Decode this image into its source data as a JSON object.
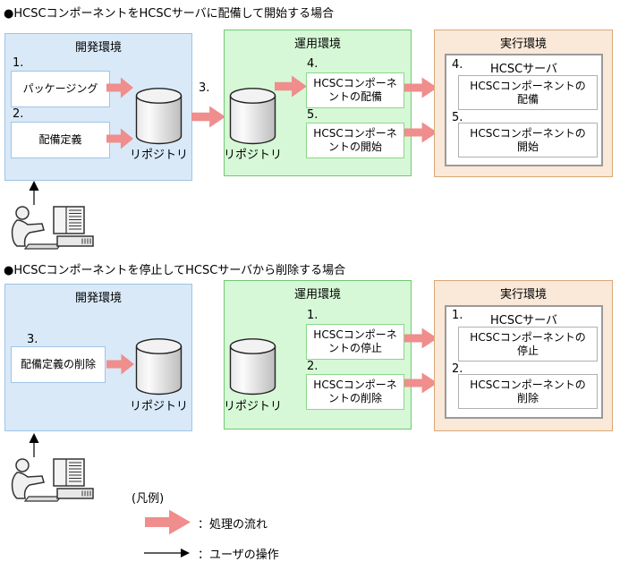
{
  "d1": {
    "title": "●HCSCコンポーネントをHCSCサーバに配備して開始する場合",
    "dev": {
      "title": "開発環境",
      "steps": [
        {
          "num": "1.",
          "label": "パッケージング"
        },
        {
          "num": "2.",
          "label": "配備定義"
        }
      ],
      "repo": "リポジトリ"
    },
    "ops": {
      "title": "運用環境",
      "repo": "リポジトリ",
      "in_num": "3.",
      "steps": [
        {
          "num": "4.",
          "line1": "HCSCコンポーネ",
          "line2": "ントの配備"
        },
        {
          "num": "5.",
          "line1": "HCSCコンポーネ",
          "line2": "ントの開始"
        }
      ]
    },
    "exec": {
      "title": "実行環境",
      "server": "HCSCサーバ",
      "steps": [
        {
          "num": "4.",
          "line1": "HCSCコンポーネントの",
          "line2": "配備"
        },
        {
          "num": "5.",
          "line1": "HCSCコンポーネントの",
          "line2": "開始"
        }
      ]
    }
  },
  "d2": {
    "title": "●HCSCコンポーネントを停止してHCSCサーバから削除する場合",
    "dev": {
      "title": "開発環境",
      "steps": [
        {
          "num": "3.",
          "label": "配備定義の削除"
        }
      ],
      "repo": "リポジトリ"
    },
    "ops": {
      "title": "運用環境",
      "repo": "リポジトリ",
      "steps": [
        {
          "num": "1.",
          "line1": "HCSCコンポーネ",
          "line2": "ントの停止"
        },
        {
          "num": "2.",
          "line1": "HCSCコンポーネ",
          "line2": "ントの削除"
        }
      ]
    },
    "exec": {
      "title": "実行環境",
      "server": "HCSCサーバ",
      "steps": [
        {
          "num": "1.",
          "line1": "HCSCコンポーネントの",
          "line2": "停止"
        },
        {
          "num": "2.",
          "line1": "HCSCコンポーネントの",
          "line2": "削除"
        }
      ]
    }
  },
  "legend": {
    "title": "(凡例)",
    "flow_label": "：処理の流れ",
    "user_label": "：ユーザの操作"
  },
  "colors": {
    "dev_fill": "#d9e9f8",
    "dev_border": "#9fc4e5",
    "ops_fill": "#d6f8d6",
    "ops_border": "#72c872",
    "exec_fill": "#fae8d8",
    "exec_border": "#d8a878",
    "flow_arrow": "#f08d8d",
    "user_arrow": "#000000"
  }
}
